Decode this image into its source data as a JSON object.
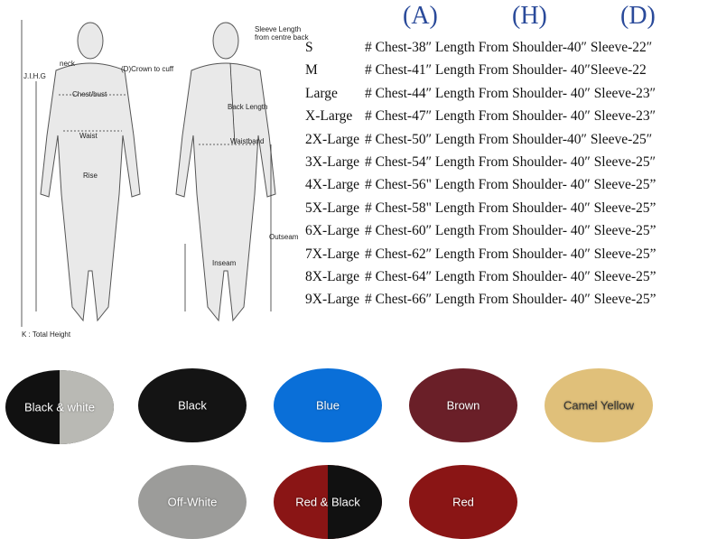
{
  "column_headers": [
    "(A)",
    "(H)",
    "(D)"
  ],
  "size_chart": [
    {
      "size": "S",
      "spec": "# Chest-38″ Length From Shoulder-40″ Sleeve-22″"
    },
    {
      "size": "M",
      "spec": "# Chest-41″ Length From Shoulder- 40″Sleeve-22"
    },
    {
      "size": "Large",
      "spec": "# Chest-44″ Length From Shoulder- 40″ Sleeve-23″"
    },
    {
      "size": "X-Large",
      "spec": "# Chest-47″ Length From Shoulder- 40″ Sleeve-23″"
    },
    {
      "size": "2X-Large",
      "spec": "# Chest-50″ Length From Shoulder-40″ Sleeve-25″"
    },
    {
      "size": "3X-Large",
      "spec": "# Chest-54″ Length From Shoulder- 40″ Sleeve-25″"
    },
    {
      "size": "4X-Large",
      "spec": "# Chest-56\" Length From Shoulder- 40″ Sleeve-25”"
    },
    {
      "size": "5X-Large",
      "spec": "# Chest-58\" Length From Shoulder- 40″ Sleeve-25”"
    },
    {
      "size": "6X-Large",
      "spec": "# Chest-60″ Length From Shoulder- 40″ Sleeve-25”"
    },
    {
      "size": "7X-Large",
      "spec": "# Chest-62″ Length From Shoulder- 40″ Sleeve-25”"
    },
    {
      "size": "8X-Large",
      "spec": "# Chest-64″ Length From Shoulder- 40″ Sleeve-25”"
    },
    {
      "size": "9X-Large",
      "spec": "# Chest-66″ Length From Shoulder- 40″ Sleeve-25”"
    }
  ],
  "diagram_labels": {
    "neck": "neck",
    "crown": "(D)Crown to cuff",
    "chest": "Chest/bust",
    "waist": "Waist",
    "rise": "Rise",
    "sleeve": "Sleeve Length from centre back",
    "back": "Back Length",
    "waistband": "Waistband",
    "inseam": "Inseam",
    "outseam": "Outseam",
    "total": "K : Total Height",
    "side_letters": "J.I.H.G"
  },
  "swatches": [
    {
      "name": "Black & white",
      "color": "#111111",
      "color2": "#b9b9b4"
    },
    {
      "name": "Black",
      "color": "#141414"
    },
    {
      "name": "Blue",
      "color": "#0a6fd8"
    },
    {
      "name": "Brown",
      "color": "#6a1f28"
    },
    {
      "name": "Camel Yellow",
      "color": "#e0c07a",
      "text": "#333333"
    },
    {
      "name": "Off-White",
      "color": "#9c9c9a"
    },
    {
      "name": "Red & Black",
      "color": "#8a1515",
      "color2": "#111111"
    },
    {
      "name": "Red",
      "color": "#8a1515"
    }
  ]
}
